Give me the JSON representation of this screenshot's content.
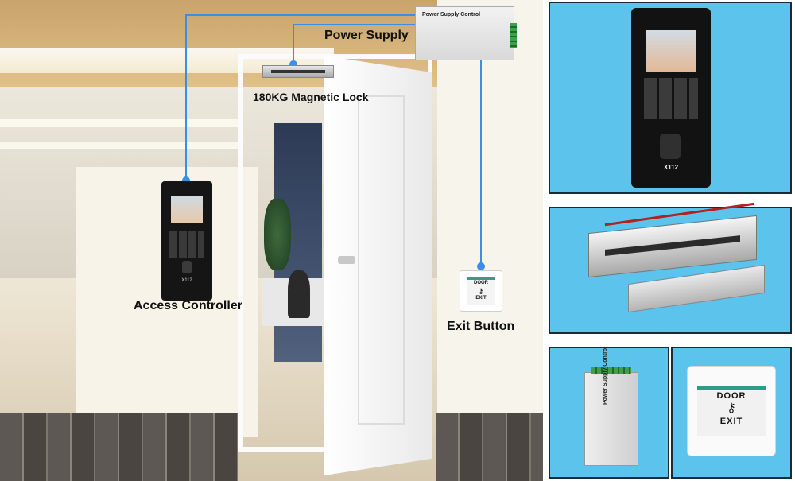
{
  "labels": {
    "power_supply": "Power Supply",
    "magnetic_lock": "180KG Magnetic Lock",
    "access_controller": "Access Controller",
    "exit_button": "Exit Button"
  },
  "device_text": {
    "psu_title": "Power Supply Control",
    "controller_model": "X112",
    "exit_door": "DOOR",
    "exit_exit": "EXIT"
  },
  "colors": {
    "wire": "#3a8ee6",
    "panel_bg": "#5bc3ec",
    "panel_border": "#1a2b36"
  },
  "icons": {
    "exit_key": "key-icon"
  }
}
